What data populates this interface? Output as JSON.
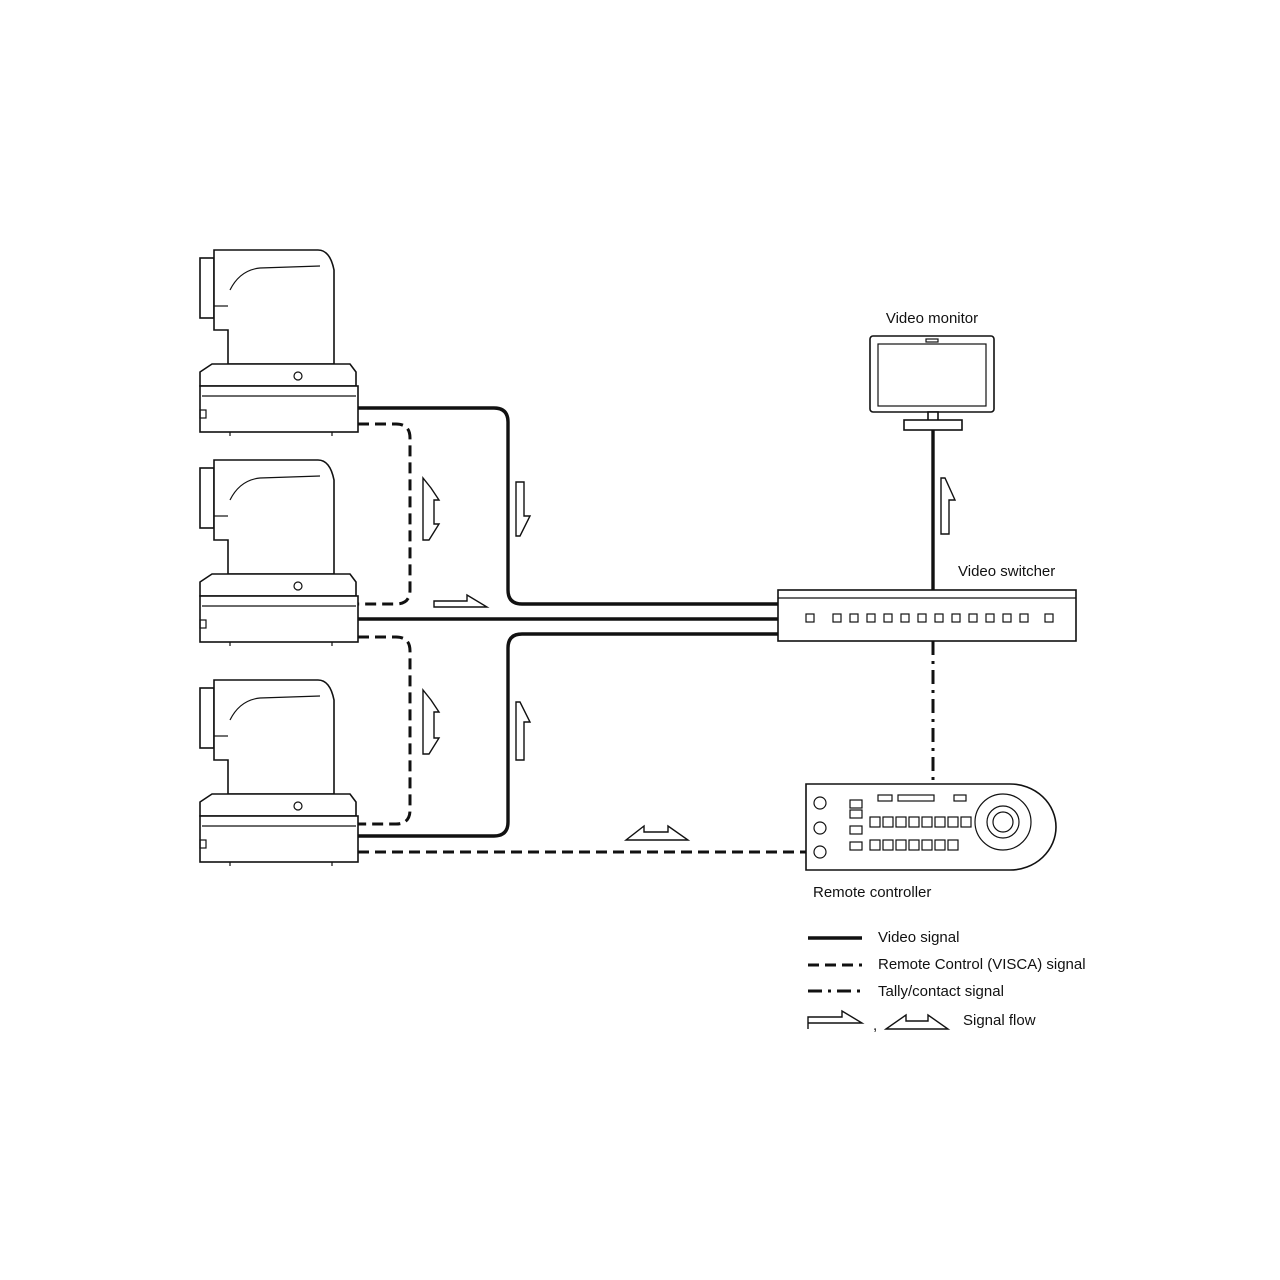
{
  "labels": {
    "video_monitor": "Video monitor",
    "video_switcher": "Video switcher",
    "remote_controller": "Remote controller"
  },
  "legend": {
    "video_signal": "Video signal",
    "visca_signal": "Remote Control (VISCA) signal",
    "tally_signal": "Tally/contact signal",
    "comma": ",",
    "signal_flow": "Signal flow"
  }
}
